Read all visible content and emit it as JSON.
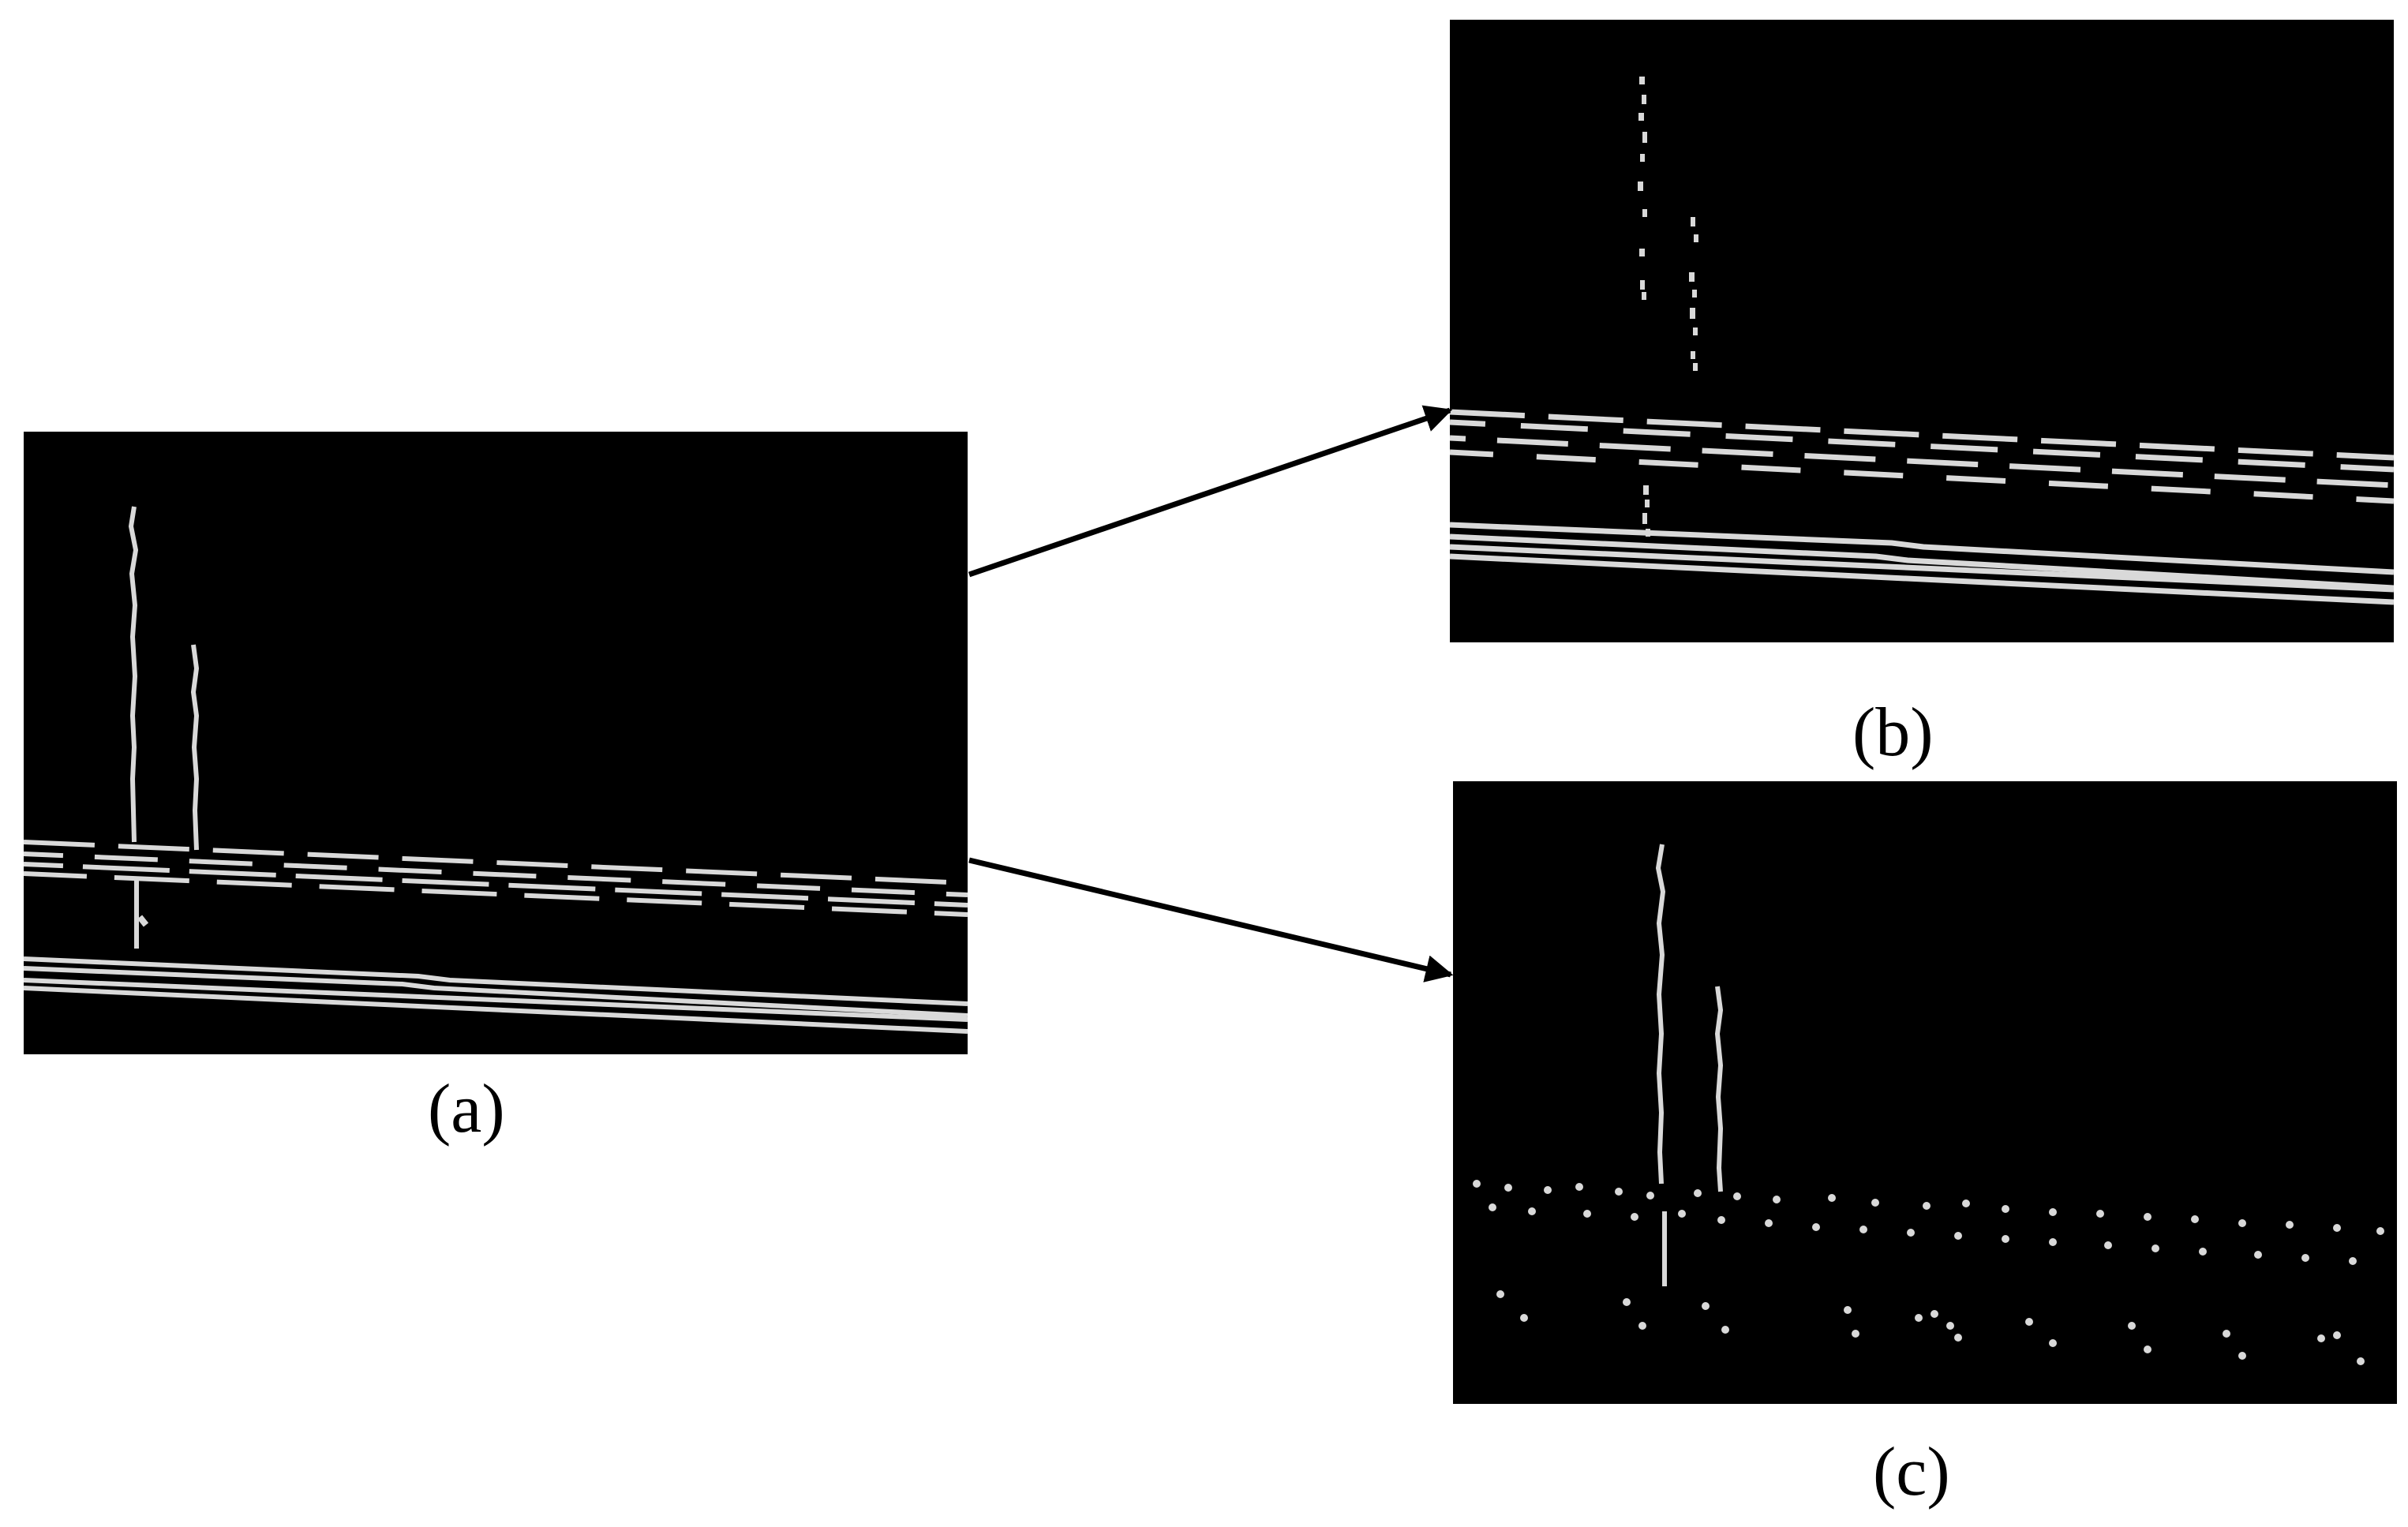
{
  "figure": {
    "panels": [
      {
        "id": "a",
        "caption": "(a)",
        "content": "edge-detection-binary-image"
      },
      {
        "id": "b",
        "caption": "(b)",
        "content": "horizontal-line-edges"
      },
      {
        "id": "c",
        "caption": "(c)",
        "content": "vertical-line-edges-with-dots"
      }
    ],
    "arrows": [
      {
        "from": "a",
        "to": "b"
      },
      {
        "from": "a",
        "to": "c"
      }
    ],
    "colors": {
      "background": "#ffffff",
      "panel": "#000000",
      "edge": "#d9d9d9",
      "arrow": "#000000"
    }
  }
}
